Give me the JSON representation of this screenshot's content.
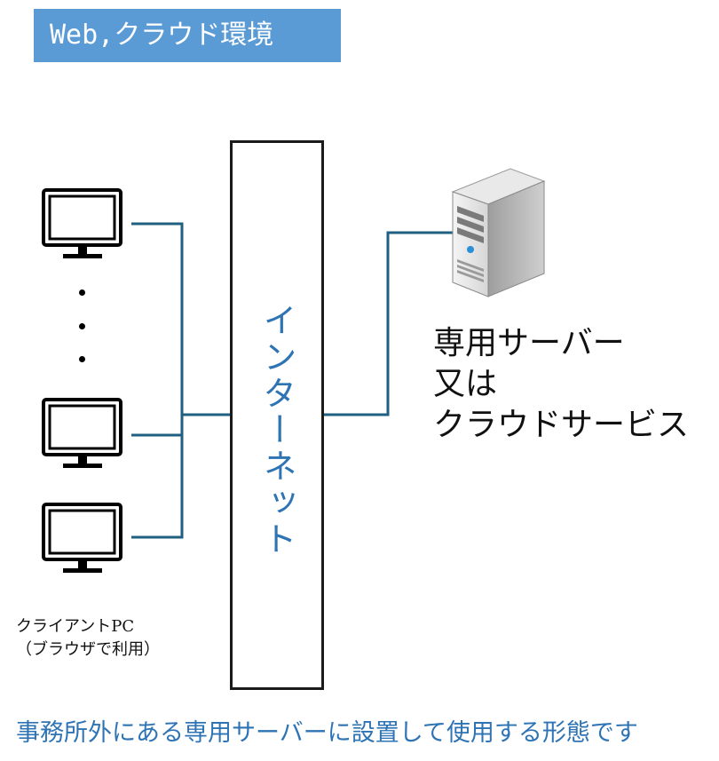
{
  "title": "Web,クラウド環境",
  "internet_label": "インターネット",
  "server_label_lines": [
    "専用サーバー",
    "又は",
    "クラウドサービス"
  ],
  "client_label_lines": [
    "クライアントPC",
    "（ブラウザで利用）"
  ],
  "caption": "事務所外にある専用サーバーに設置して使用する形態です",
  "colors": {
    "title_bg": "#5b9bd5",
    "accent": "#2e74b5",
    "wire": "#1f5f7f"
  }
}
